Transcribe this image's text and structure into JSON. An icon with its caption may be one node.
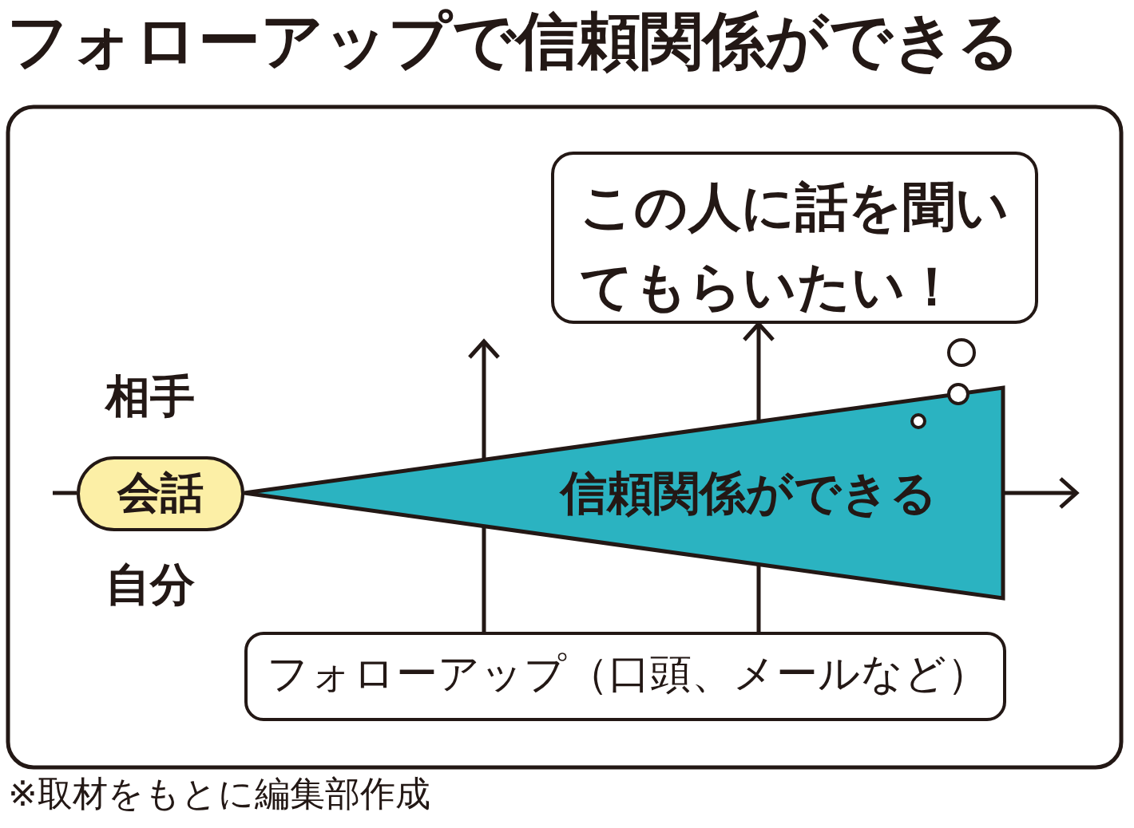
{
  "diagram": {
    "title": "フォローアップで信頼関係ができる",
    "caption": "※取材をもとに編集部作成",
    "nodes": [
      {
        "text": [
          "会話"
        ]
      },
      {
        "text": [
          "信頼関係ができる"
        ]
      },
      {
        "text": [
          "この人に話を聞いてもらいたい！"
        ]
      },
      {
        "text": [
          "フォローアップ（口頭、メールなど）"
        ]
      }
    ],
    "edges": [
      {
        "from": null,
        "to": 0,
        "arrow": "none"
      },
      {
        "from": 1,
        "to": null,
        "arrow": "to"
      },
      {
        "from": 3,
        "to": 1,
        "arrow": "none"
      },
      {
        "from": 1,
        "to": null,
        "arrow": "to"
      },
      {
        "from": 3,
        "to": 1,
        "arrow": "none"
      },
      {
        "from": 1,
        "to": 2,
        "arrow": "to"
      }
    ],
    "labels": [
      "相手",
      "自分"
    ]
  }
}
